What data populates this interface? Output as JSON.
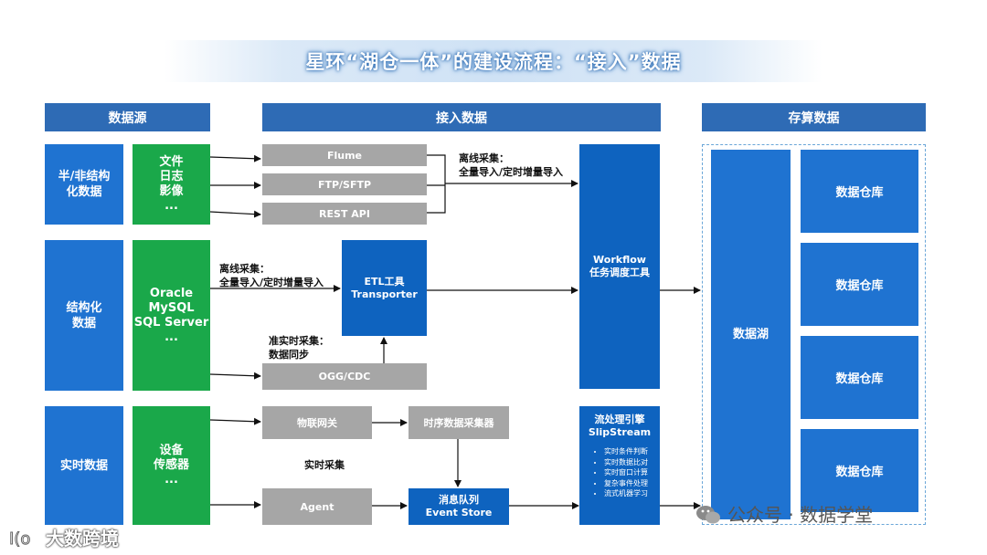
{
  "title": "星环“湖仓一体”的建设流程：“接入”数据",
  "headers": {
    "sources": "数据源",
    "ingest": "接入数据",
    "storage": "存算数据"
  },
  "rows": {
    "semi": {
      "category": "半/非结构\n化数据",
      "sources": "文件\n日志\n影像\n..."
    },
    "structured": {
      "category": "结构化\n数据",
      "sources": "Oracle\nMySQL\nSQL Server\n..."
    },
    "realtime": {
      "category": "实时数据",
      "sources": "设备\n传感器\n..."
    }
  },
  "tools": {
    "flume": "Flume",
    "ftp": "FTP/SFTP",
    "rest": "REST API",
    "etl": "ETL工具\nTransporter",
    "ogg": "OGG/CDC",
    "iot_gateway": "物联网关",
    "ts_collector": "时序数据采集器",
    "agent": "Agent",
    "mq": "消息队列\nEvent Store",
    "workflow": "Workflow\n任务调度工具",
    "stream_title": "流处理引擎\nSlipStream",
    "stream_features": [
      "实时条件判断",
      "实时数据比对",
      "实时窗口计算",
      "复杂事件处理",
      "流式机器学习"
    ]
  },
  "labels": {
    "offline1": "离线采集：\n全量导入/定时增量导入",
    "offline2": "离线采集：\n全量导入/定时增量导入",
    "near_realtime": "准实时采集：\n数据同步",
    "realtime_collect": "实时采集"
  },
  "storage": {
    "lake": "数据湖",
    "warehouses": [
      "数据仓库",
      "数据仓库",
      "数据仓库",
      "数据仓库"
    ]
  },
  "watermarks": {
    "left": "大数跨境",
    "right": "公众号 · 数据学堂"
  }
}
